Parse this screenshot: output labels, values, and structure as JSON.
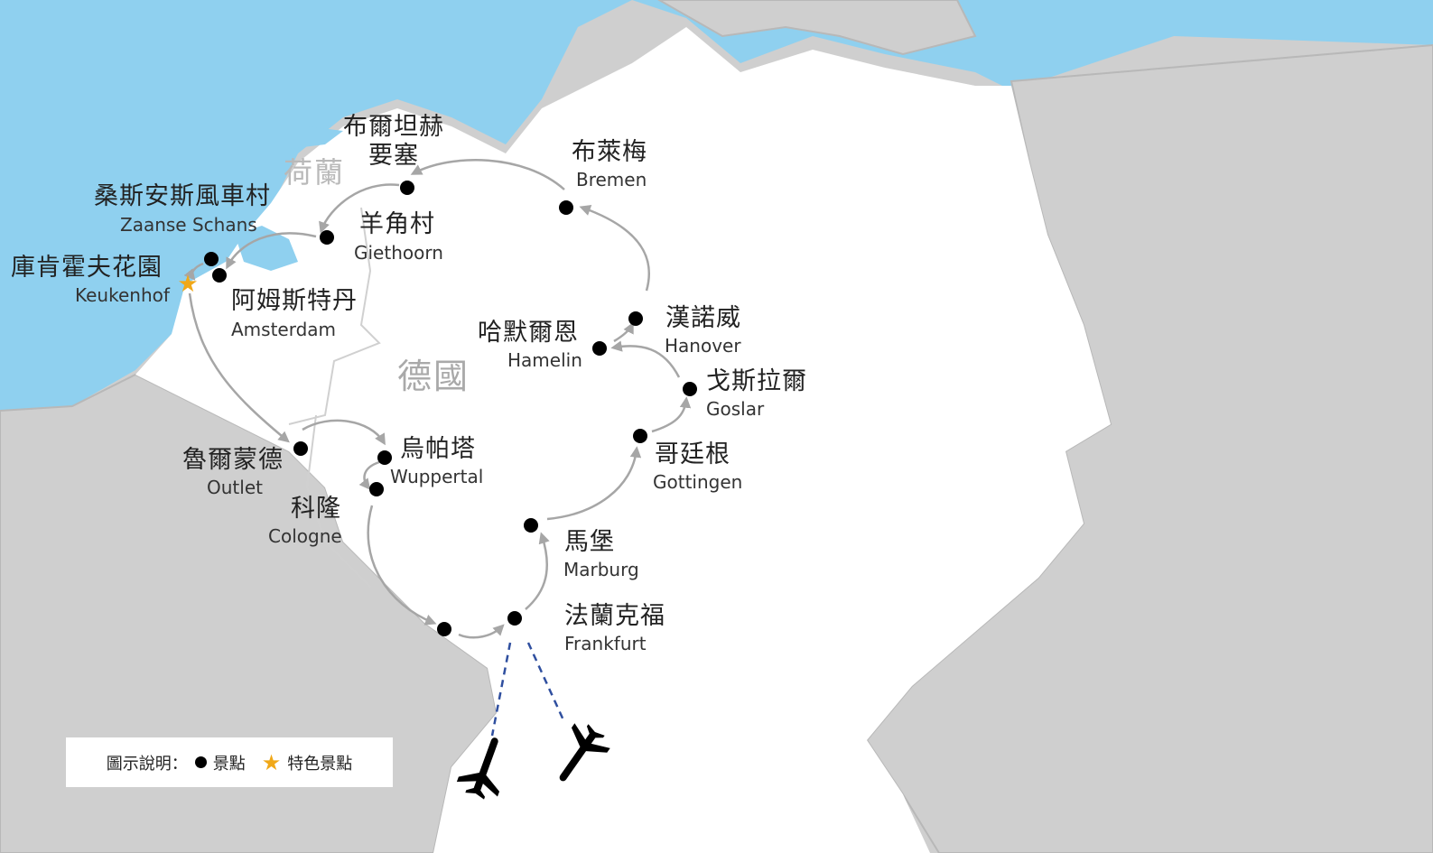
{
  "colors": {
    "sea": "#8fd0ef",
    "land_focus": "#ffffff",
    "land_other": "#cfcfcf",
    "border": "#bdbdbd",
    "route": "#a6a6a6",
    "flight": "#2f4f9f",
    "star": "#f0a818"
  },
  "regions": {
    "netherlands": "荷蘭",
    "germany": "德國"
  },
  "stops": [
    {
      "zh": "布爾坦赫\n要塞",
      "en": ""
    },
    {
      "zh": "布萊梅",
      "en": "Bremen"
    },
    {
      "zh": "桑斯安斯風車村",
      "en": "Zaanse Schans"
    },
    {
      "zh": "羊角村",
      "en": "Giethoorn"
    },
    {
      "zh": "庫肯霍夫花園",
      "en": "Keukenhof"
    },
    {
      "zh": "阿姆斯特丹",
      "en": "Amsterdam"
    },
    {
      "zh": "漢諾威",
      "en": "Hanover"
    },
    {
      "zh": "哈默爾恩",
      "en": "Hamelin"
    },
    {
      "zh": "戈斯拉爾",
      "en": "Goslar"
    },
    {
      "zh": "烏帕塔",
      "en": "Wuppertal"
    },
    {
      "zh": "魯爾蒙德",
      "en": "Outlet"
    },
    {
      "zh": "哥廷根",
      "en": "Gottingen"
    },
    {
      "zh": "科隆",
      "en": "Cologne"
    },
    {
      "zh": "馬堡",
      "en": "Marburg"
    },
    {
      "zh": "法蘭克福",
      "en": "Frankfurt"
    }
  ],
  "legend": {
    "prefix": "圖示說明：",
    "attraction": "景點",
    "featured": "特色景點"
  }
}
